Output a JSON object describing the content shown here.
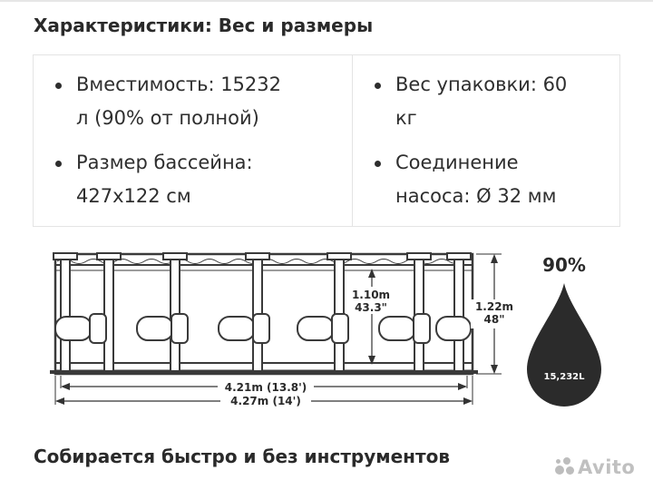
{
  "header": {
    "title": "Характеристики: Вес и размеры"
  },
  "specs": {
    "left": [
      {
        "label": "Вместимость: 15232 л (90% от полной)"
      },
      {
        "label": "Размер бассейна: 427x122 см"
      }
    ],
    "right": [
      {
        "label": "Вес упаковки: 60 кг"
      },
      {
        "label": "Соединение насоса: Ø 32 мм"
      }
    ]
  },
  "diagram": {
    "inner_height_m": "1.10m",
    "inner_height_ft": "43.3\"",
    "total_height_m": "1.22m",
    "total_height_ft": "48\"",
    "inner_width": "4.21m (13.8')",
    "outer_width": "4.27m (14')",
    "fill_percent": "90%",
    "capacity": "15,232L"
  },
  "footer": {
    "title": "Собирается быстро и без инструментов"
  },
  "watermark": {
    "text": "Avito"
  }
}
